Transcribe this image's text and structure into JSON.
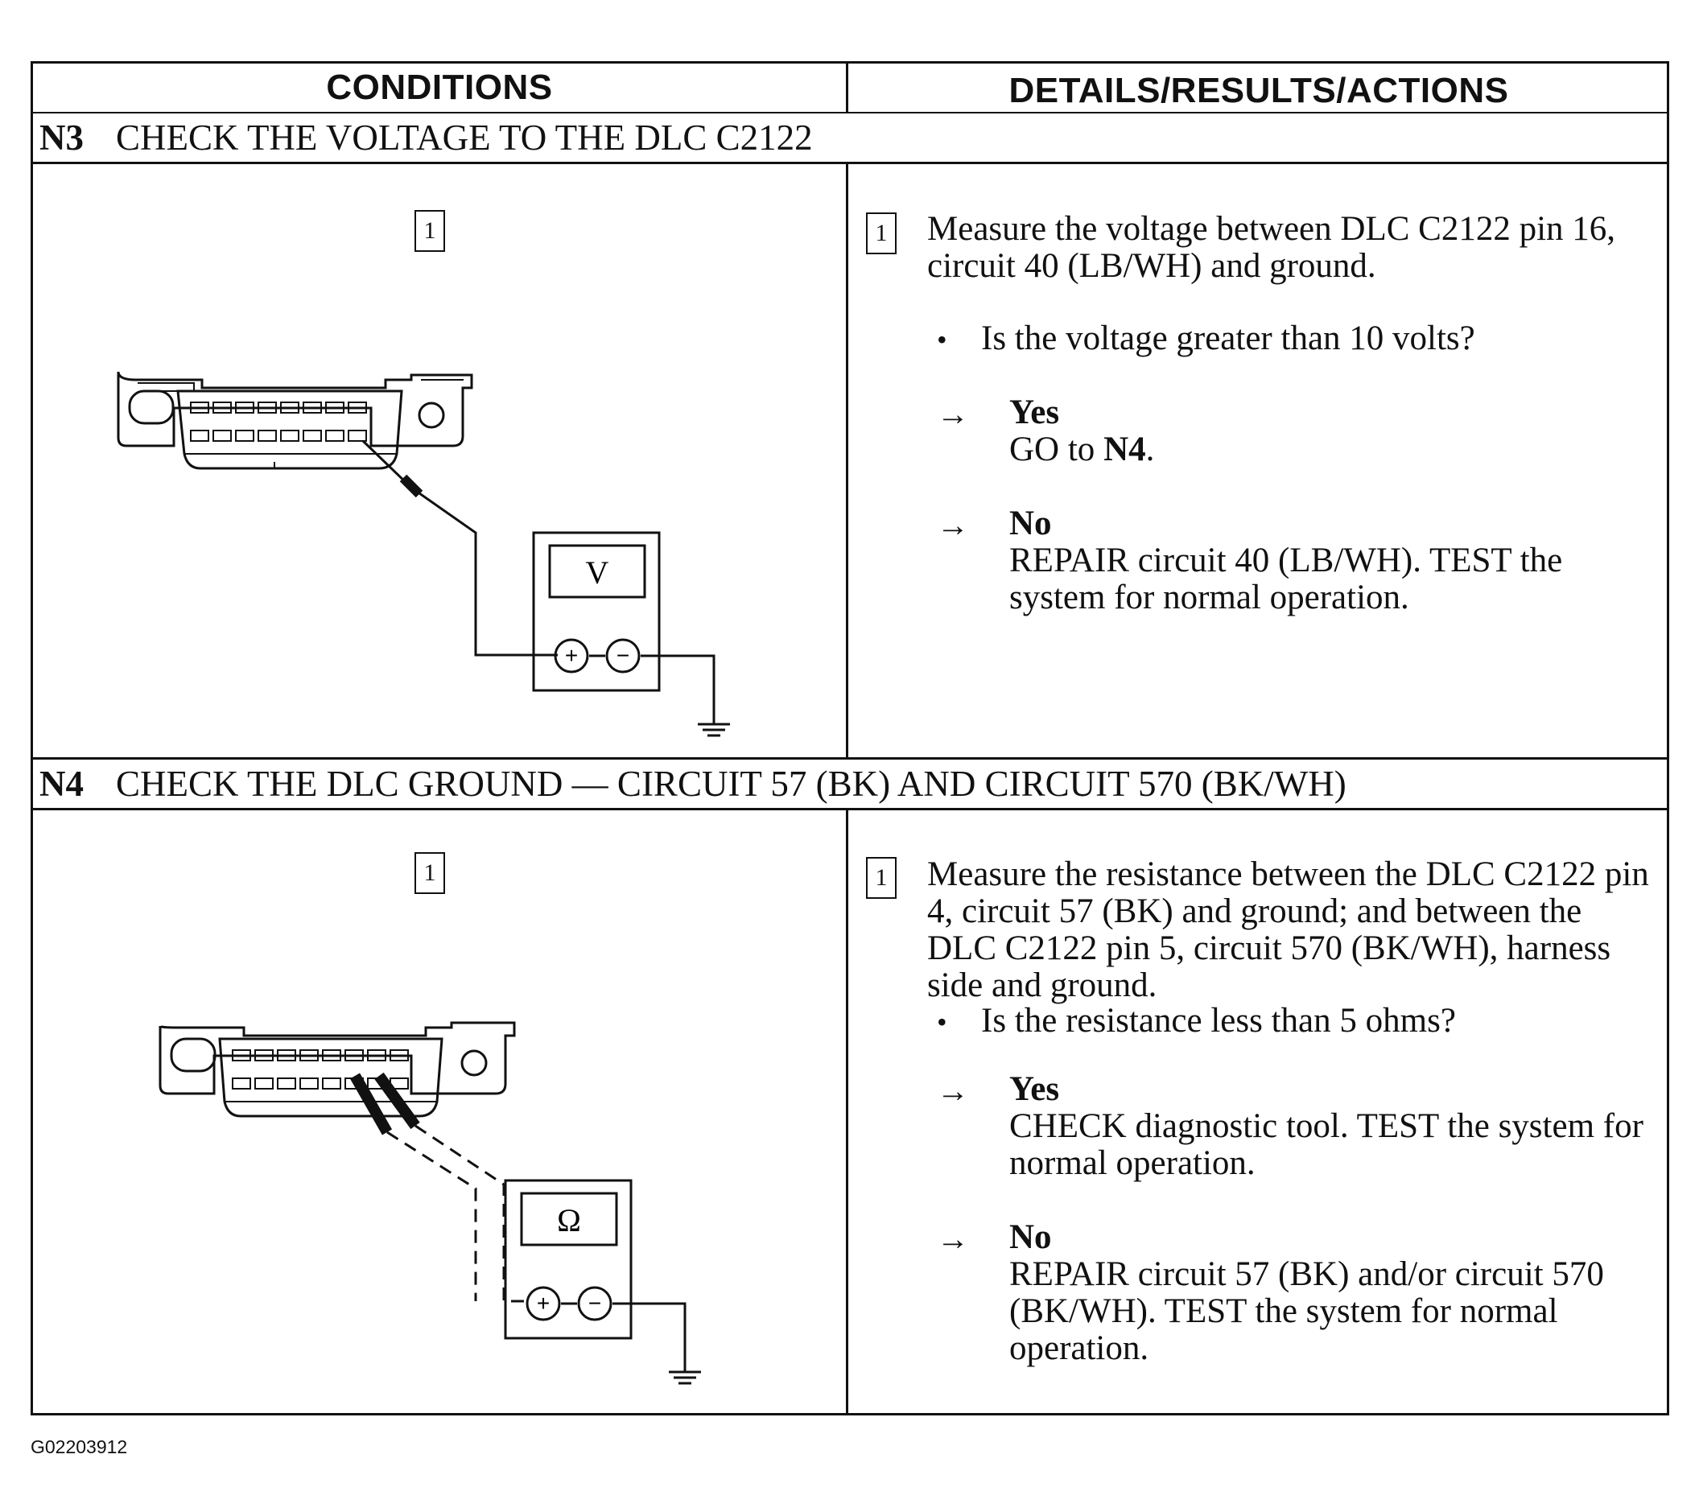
{
  "headers": {
    "conditions": "CONDITIONS",
    "details": "DETAILS/RESULTS/ACTIONS"
  },
  "steps": [
    {
      "id": "N3",
      "title": "CHECK THE VOLTAGE TO THE DLC C2122",
      "figure_label": "1",
      "meter_symbol": "V",
      "step_number": "1",
      "instruction": "Measure the voltage between DLC C2122 pin 16, circuit 40 (LB/WH) and ground.",
      "question": "Is the voltage greater than 10 volts?",
      "yes_label": "Yes",
      "yes_text_prefix": "GO to ",
      "yes_text_bold": "N4",
      "yes_text_suffix": ".",
      "no_label": "No",
      "no_text": "REPAIR circuit 40 (LB/WH). TEST the system for normal operation."
    },
    {
      "id": "N4",
      "title": "CHECK THE DLC GROUND — CIRCUIT 57 (BK) AND CIRCUIT 570 (BK/WH)",
      "figure_label": "1",
      "meter_symbol": "Ω",
      "step_number": "1",
      "instruction": "Measure the resistance between the DLC C2122 pin 4, circuit 57 (BK) and ground; and between the DLC C2122 pin 5, circuit 570 (BK/WH), harness side and ground.",
      "question": "Is the resistance less than 5 ohms?",
      "yes_label": "Yes",
      "yes_text": "CHECK diagnostic tool. TEST the system for normal operation.",
      "no_label": "No",
      "no_text": "REPAIR circuit 57 (BK) and/or circuit 570 (BK/WH). TEST the system for normal operation."
    }
  ],
  "symbols": {
    "bullet": "•",
    "arrow": "→",
    "plus": "+",
    "minus": "−"
  },
  "footer_code": "G02203912"
}
